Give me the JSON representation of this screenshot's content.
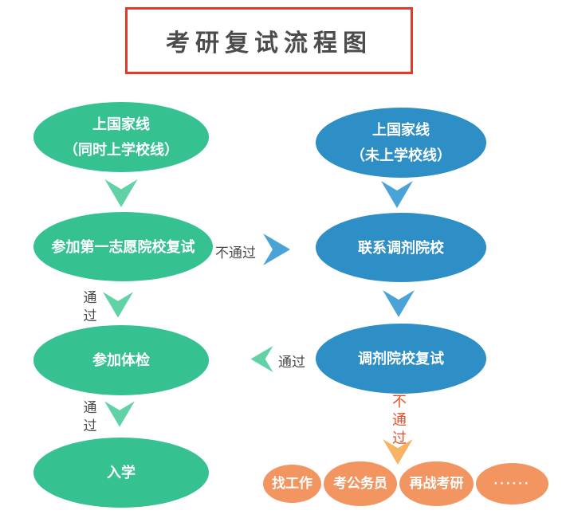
{
  "title": "考研复试流程图",
  "colors": {
    "green": "#36c191",
    "green_arrow": "#61d2a5",
    "blue": "#2e8ec6",
    "blue_arrow": "#4aa3d7",
    "orange": "#f29560",
    "orange_arrow": "#f8b465",
    "red_text": "#e4512b",
    "title_border": "#e6392a",
    "title_text": "#4c4c4c",
    "label_text": "#4a4a4a"
  },
  "left_flow": {
    "node1_line1": "上国家线",
    "node1_line2": "（同时上学校线）",
    "node2": "参加第一志愿院校复试",
    "pass_to_medical": "通过",
    "node3": "参加体检",
    "pass_to_enroll": "通过",
    "node4": "入学"
  },
  "right_flow": {
    "node1_line1": "上国家线",
    "node1_line2": "（未上学校线）",
    "node2": "联系调剂院校",
    "node3": "调剂院校复试",
    "fail_label": "不通过"
  },
  "connectors": {
    "fail_right": "不通过",
    "pass_left": "通过"
  },
  "outcomes": [
    "找工作",
    "考公务员",
    "再战考研",
    "······"
  ]
}
